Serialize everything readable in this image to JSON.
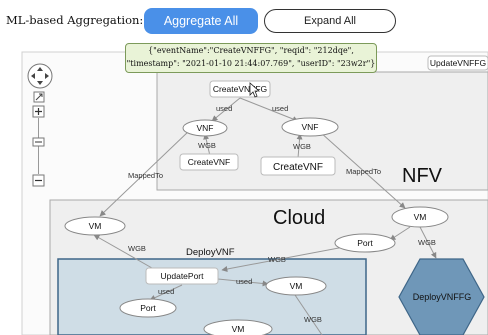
{
  "toolbar": {
    "aggregation_label": "ML-based Aggregation:",
    "aggregate_button": "Aggregate All",
    "expand_button": "Expand All"
  },
  "tooltip": {
    "line1": "{\"eventName\":\"CreateVNFFG\", \"reqid\": \"212dqe\",",
    "line2": "\"timestamp\": \"2021-01-10 21:44:07.769\", \"userID\": \"23w2r\"}"
  },
  "groups": {
    "nfv": "NFV",
    "cloud": "Cloud",
    "deploy_vnf": "DeployVNF"
  },
  "nodes": {
    "create_vnffg": "CreateVNFFG",
    "update_vnffg": "UpdateVNFFG",
    "vnf_left": "VNF",
    "vnf_right": "VNF",
    "create_vnf_left": "CreateVNF",
    "create_vnf_right": "CreateVNF",
    "vm_left": "VM",
    "vm_right": "VM",
    "port_right": "Port",
    "update_port": "UpdatePort",
    "vm_inner": "VM",
    "port_inner": "Port",
    "vm_bottom": "VM",
    "deploy_vnffg": "DeployVNFFG"
  },
  "edges": {
    "used_1": "used",
    "used_2": "used",
    "wgb_1": "WGB",
    "wgb_2": "WGB",
    "mapped_1": "MappedTo",
    "mapped_2": "MappedTo",
    "wgb_3": "WGB",
    "wgb_4": "WGB",
    "wgb_5": "WGB",
    "used_3": "used",
    "used_4": "used",
    "wgb_6": "WGB"
  },
  "colors": {
    "primary": "#4a90e8",
    "group_fill": "#efefef",
    "inner_group_fill": "#cfdde6",
    "inner_group_border": "#3e6688",
    "hex_fill": "#6f97b8"
  }
}
